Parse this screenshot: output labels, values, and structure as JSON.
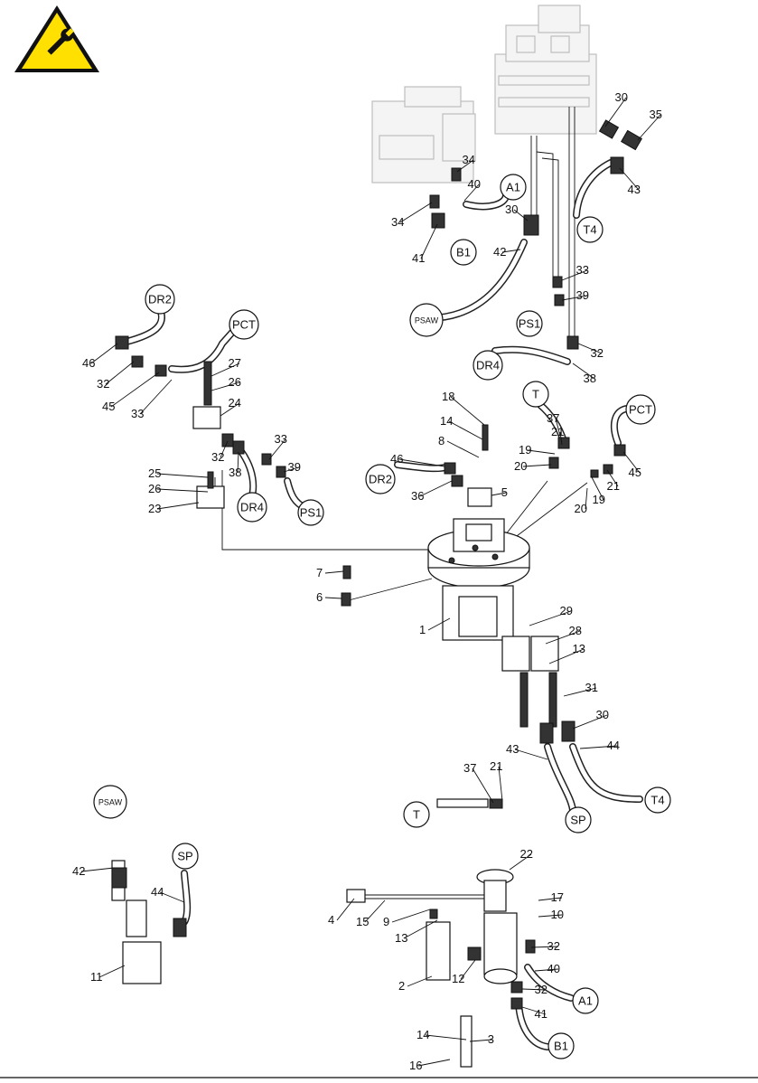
{
  "warning_icon": {
    "icon": "wrench-icon",
    "background": "#ffe000"
  },
  "callouts": [
    {
      "t": "30"
    },
    {
      "t": "35"
    },
    {
      "t": "34"
    },
    {
      "t": "40"
    },
    {
      "t": "34"
    },
    {
      "t": "30"
    },
    {
      "t": "43"
    },
    {
      "t": "41"
    },
    {
      "t": "42"
    },
    {
      "t": "33"
    },
    {
      "t": "39"
    },
    {
      "t": "32"
    },
    {
      "t": "38"
    },
    {
      "t": "46"
    },
    {
      "t": "32"
    },
    {
      "t": "45"
    },
    {
      "t": "33"
    },
    {
      "t": "27"
    },
    {
      "t": "26"
    },
    {
      "t": "24"
    },
    {
      "t": "32"
    },
    {
      "t": "38"
    },
    {
      "t": "33"
    },
    {
      "t": "39"
    },
    {
      "t": "25"
    },
    {
      "t": "26"
    },
    {
      "t": "23"
    },
    {
      "t": "18"
    },
    {
      "t": "14"
    },
    {
      "t": "8"
    },
    {
      "t": "46"
    },
    {
      "t": "36"
    },
    {
      "t": "5"
    },
    {
      "t": "37"
    },
    {
      "t": "21"
    },
    {
      "t": "19"
    },
    {
      "t": "20"
    },
    {
      "t": "45"
    },
    {
      "t": "21"
    },
    {
      "t": "19"
    },
    {
      "t": "20"
    },
    {
      "t": "7"
    },
    {
      "t": "6"
    },
    {
      "t": "1"
    },
    {
      "t": "29"
    },
    {
      "t": "28"
    },
    {
      "t": "13"
    },
    {
      "t": "31"
    },
    {
      "t": "30"
    },
    {
      "t": "43"
    },
    {
      "t": "44"
    },
    {
      "t": "37"
    },
    {
      "t": "21"
    },
    {
      "t": "42"
    },
    {
      "t": "44"
    },
    {
      "t": "11"
    },
    {
      "t": "22"
    },
    {
      "t": "17"
    },
    {
      "t": "10"
    },
    {
      "t": "4"
    },
    {
      "t": "15"
    },
    {
      "t": "9"
    },
    {
      "t": "13"
    },
    {
      "t": "32"
    },
    {
      "t": "40"
    },
    {
      "t": "12"
    },
    {
      "t": "2"
    },
    {
      "t": "32"
    },
    {
      "t": "41"
    },
    {
      "t": "14"
    },
    {
      "t": "3"
    },
    {
      "t": "16"
    }
  ],
  "connectors": [
    {
      "t": "A1"
    },
    {
      "t": "B1"
    },
    {
      "t": "T4"
    },
    {
      "t": "PSAW"
    },
    {
      "t": "PS1"
    },
    {
      "t": "DR4"
    },
    {
      "t": "DR2"
    },
    {
      "t": "PCT"
    },
    {
      "t": "DR4"
    },
    {
      "t": "PS1"
    },
    {
      "t": "T"
    },
    {
      "t": "PCT"
    },
    {
      "t": "DR2"
    },
    {
      "t": "T4"
    },
    {
      "t": "SP"
    },
    {
      "t": "T"
    },
    {
      "t": "PSAW"
    },
    {
      "t": "SP"
    },
    {
      "t": "A1"
    },
    {
      "t": "B1"
    }
  ]
}
